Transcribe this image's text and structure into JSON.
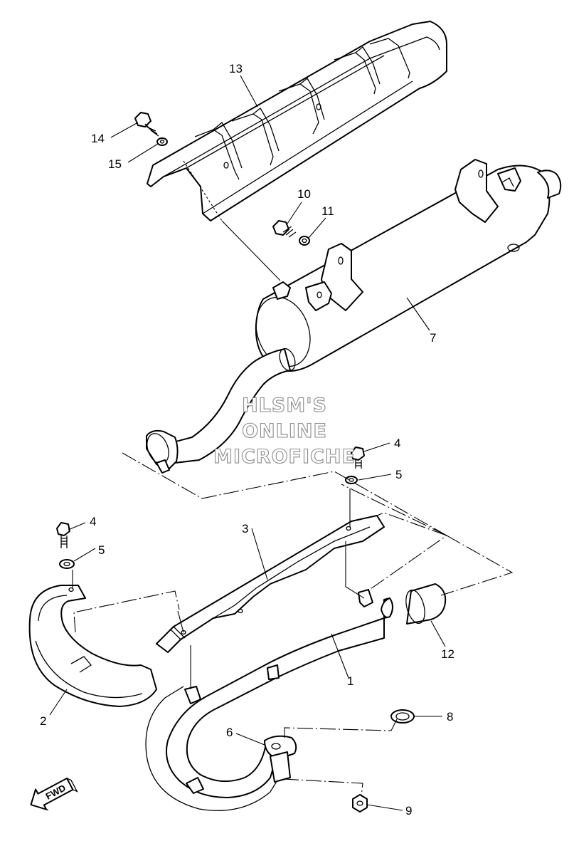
{
  "watermark": [
    "HLSM'S",
    "ONLINE",
    "MICROFICHE"
  ],
  "fwd_label": "FWD",
  "callouts": {
    "p1": "1",
    "p2": "2",
    "p3": "3",
    "p4a": "4",
    "p4b": "4",
    "p5a": "5",
    "p5b": "5",
    "p6": "6",
    "p7": "7",
    "p8": "8",
    "p9": "9",
    "p10": "10",
    "p11": "11",
    "p12": "12",
    "p13": "13",
    "p14": "14",
    "p15": "15"
  },
  "icons": {
    "fwd": "fwd-arrow-icon"
  }
}
